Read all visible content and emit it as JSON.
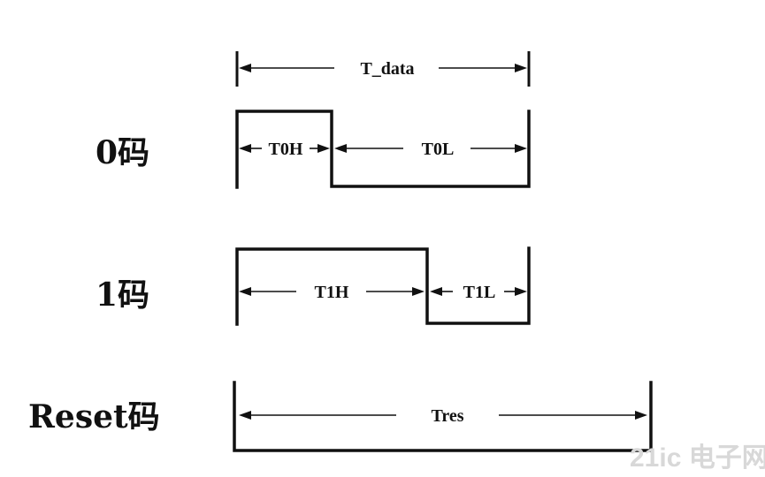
{
  "rows": {
    "zero": {
      "label": "0码",
      "high": "T0H",
      "low": "T0L"
    },
    "one": {
      "label": "1码",
      "high": "T1H",
      "low": "T1L"
    },
    "reset": {
      "label": "Reset码",
      "period": "Tres"
    }
  },
  "period_label": "T_data",
  "watermark": "21ic 电子网"
}
